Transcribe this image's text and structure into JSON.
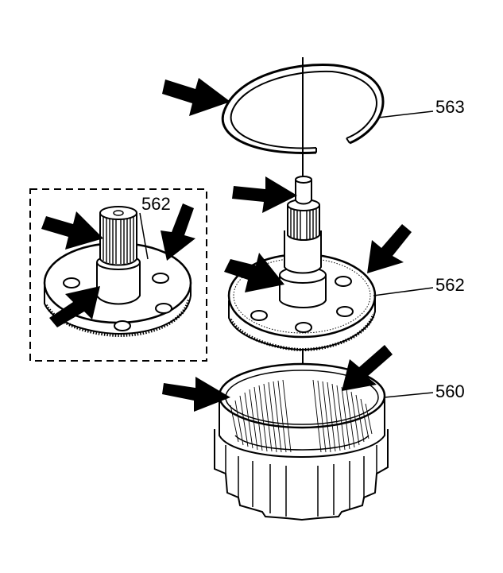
{
  "diagram": {
    "callouts": {
      "snap_ring": "563",
      "gear_hub": "562",
      "gear_hub_inset": "562",
      "ring_gear": "560"
    },
    "colors": {
      "ink": "#000000",
      "paper": "#ffffff"
    }
  }
}
